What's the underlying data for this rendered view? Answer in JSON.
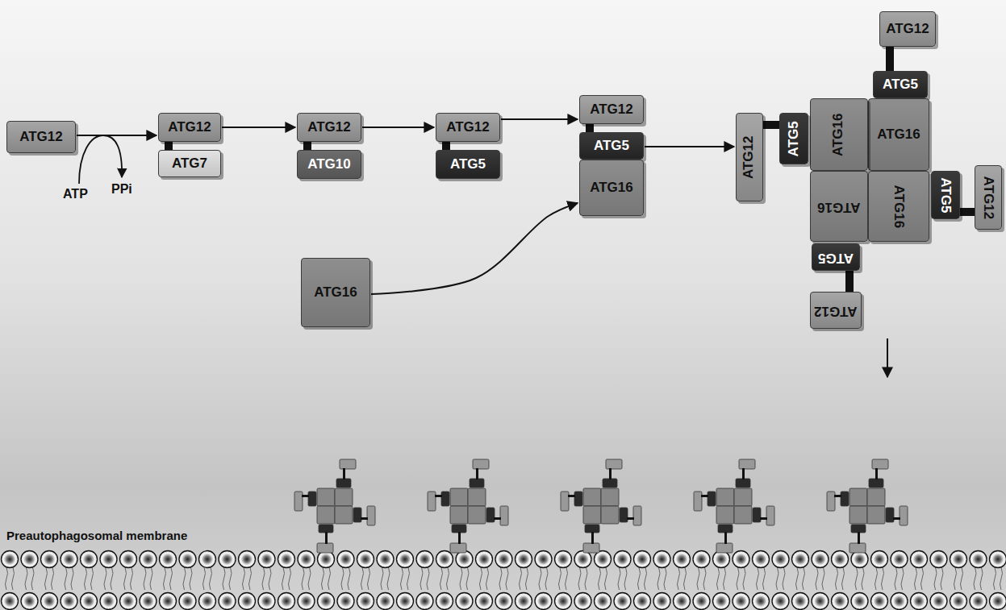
{
  "diagram": {
    "nodes": [
      {
        "text": [
          "ATG12"
        ]
      },
      {
        "text": [
          "ATG12"
        ]
      },
      {
        "text": [
          "ATG7"
        ]
      },
      {
        "text": [
          "ATG12"
        ]
      },
      {
        "text": [
          "ATG10"
        ]
      },
      {
        "text": [
          "ATG12"
        ]
      },
      {
        "text": [
          "ATG5"
        ]
      },
      {
        "text": [
          "ATG12"
        ]
      },
      {
        "text": [
          "ATG5"
        ]
      },
      {
        "text": [
          "ATG16"
        ]
      },
      {
        "text": [
          "ATG16"
        ]
      },
      {
        "text": [
          "ATG12"
        ]
      },
      {
        "text": [
          "ATG5"
        ]
      },
      {
        "text": [
          "ATG16"
        ]
      },
      {
        "text": [
          "ATG16"
        ]
      },
      {
        "text": [
          "ATG12"
        ]
      },
      {
        "text": [
          "ATG5"
        ]
      },
      {
        "text": [
          "ATG16"
        ]
      },
      {
        "text": [
          "ATG16"
        ]
      },
      {
        "text": [
          "ATG5"
        ]
      },
      {
        "text": [
          "ATG12"
        ]
      },
      {
        "text": [
          "ATG5"
        ]
      },
      {
        "text": [
          "ATG12"
        ]
      }
    ],
    "edges": [
      {
        "from": 0,
        "to": 1,
        "arrow": "to"
      },
      {
        "from": 1,
        "to": 3,
        "arrow": "to"
      },
      {
        "from": 3,
        "to": 5,
        "arrow": "to"
      },
      {
        "from": 5,
        "to": 7,
        "arrow": "to"
      },
      {
        "from": 10,
        "to": 9,
        "arrow": "to"
      },
      {
        "from": 8,
        "to": 15,
        "arrow": "to"
      }
    ],
    "labels": [
      "ATP",
      "PPi",
      "Preautophagosomal membrane"
    ]
  }
}
